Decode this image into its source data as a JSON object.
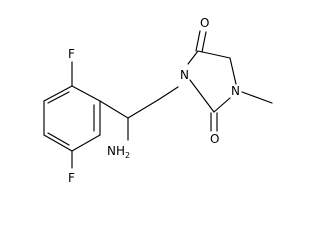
{
  "molecule": {
    "atoms": {
      "fluorine_top": "F",
      "fluorine_bottom": "F",
      "amino": "NH",
      "amino_subscript": "2",
      "nitrogen_3": "N",
      "nitrogen_1": "N",
      "oxygen_4": "O",
      "oxygen_2": "O"
    }
  },
  "colors": {
    "ink": "#000000",
    "background": "#ffffff"
  }
}
